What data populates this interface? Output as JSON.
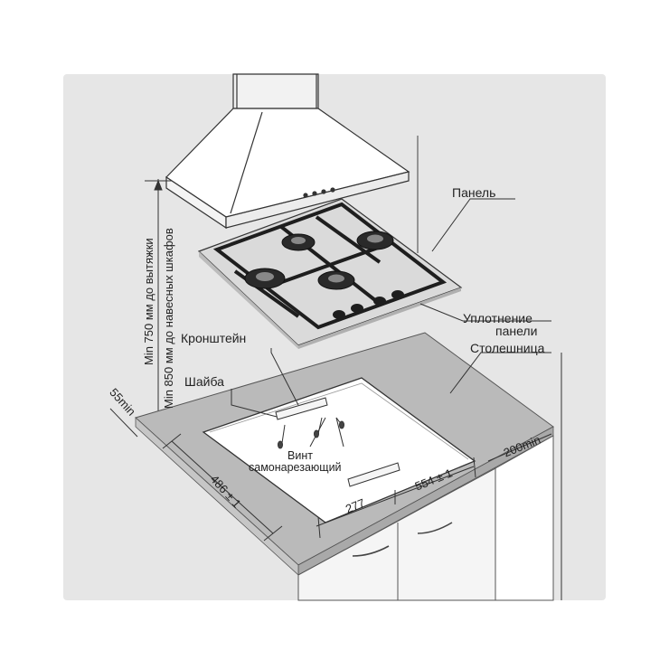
{
  "labels": {
    "panel": "Панель",
    "seal_line1": "Уплотнение",
    "seal_line2": "панели",
    "countertop": "Столешница",
    "bracket": "Кронштейн",
    "washer": "Шайба",
    "screw_line1": "Винт",
    "screw_line2": "самонарезающий",
    "min750": "Min 750 мм до вытяжки",
    "min850": "Min 850 мм до навесных шкафов",
    "dim_55": "55min",
    "dim_486": "486 ± 1",
    "dim_277": "277",
    "dim_554": "554 ± 1",
    "dim_200": "200min"
  },
  "colors": {
    "wall": "#e6e6e6",
    "countertop": "#b9b9b9",
    "cutout_inside": "#ffffff",
    "hob_glass": "#d9d9d9",
    "grate": "#1e1e1e",
    "line": "#333333"
  },
  "icons": {
    "hood": "cooker-hood",
    "hob": "gas-hob-4-burners",
    "cabinet": "kitchen-cabinet"
  }
}
